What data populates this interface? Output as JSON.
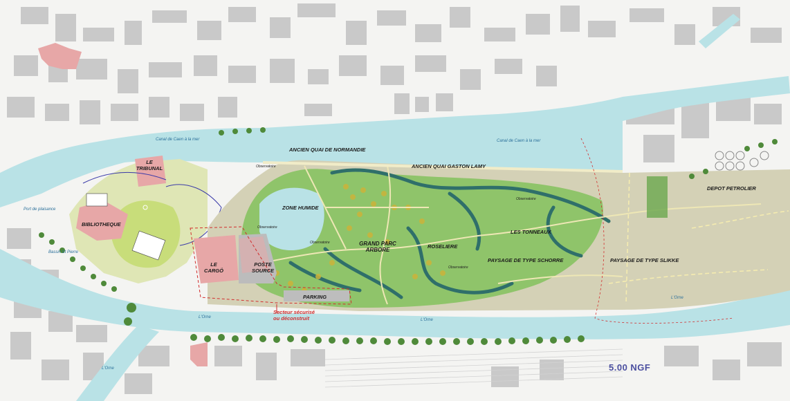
{
  "labels": {
    "ancien_quai_normandie": "ANCIEN QUAI DE NORMANDIE",
    "ancien_quai_gaston_lamy": "ANCIEN QUAI GASTON LAMY",
    "le_tribunal_1": "LE",
    "le_tribunal_2": "TRIBUNAL",
    "zone_humide": "ZONE HUMIDE",
    "bibliotheque": "BIBLIOTHEQUE",
    "le_cargo_1": "LE",
    "le_cargo_2": "CARGÖ",
    "poste_source_1": "POSTE",
    "poste_source_2": "SOURCE",
    "parking": "PARKING",
    "grand_parc_1": "GRAND PARC",
    "grand_parc_2": "ARBORE",
    "roseliere": "ROSELIERE",
    "les_tonneaux": "LES TONNEAUX",
    "paysage_schorre": "PAYSAGE DE TYPE SCHORRE",
    "paysage_slikke": "PAYSAGE DE TYPE SLIKKE",
    "depot_petrolier": "DEPOT PETROLIER",
    "secteur_1": "Secteur sécurisé",
    "secteur_2": "ou déconstruit"
  },
  "water_labels": {
    "canal_west": "Canal de Caen à la mer",
    "canal_east": "Canal de Caen à la mer",
    "port_plaisance": "Port de plaisance",
    "bassin": "Bassin St Pierre",
    "orne_1": "L'Orne",
    "orne_2": "L'Orne",
    "orne_3": "L'Orne",
    "orne_4": "L'Orne"
  },
  "observatoires": [
    "Observatoire",
    "Observatoire",
    "Observatoire",
    "Observatoire",
    "Observatoire"
  ],
  "elevation": "5.00 NGF",
  "colors": {
    "water": "#b9e2e6",
    "park": "#8fc46a",
    "dark_water": "#2f6f6a",
    "sand": "#d4d1b6",
    "building": "#c9c9c9",
    "heritage": "#e7a7a7",
    "tree": "#4f8a3a",
    "red_line": "#d22d2d"
  }
}
